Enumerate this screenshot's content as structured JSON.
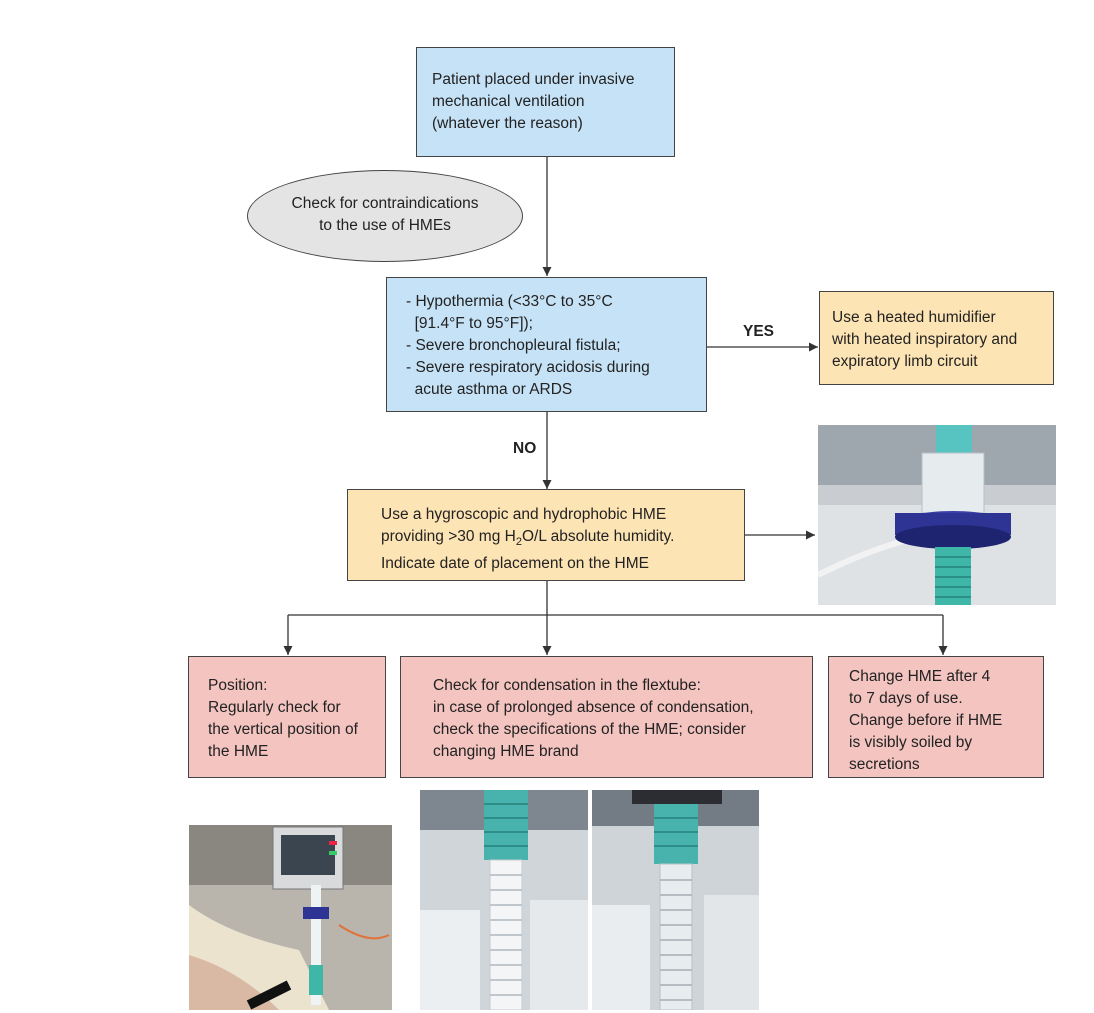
{
  "start_box": {
    "lines": [
      "Patient placed under invasive",
      "mechanical ventilation",
      "(whatever the reason)"
    ]
  },
  "check_oval": {
    "lines": [
      "Check for contraindications",
      "to the use of HMEs"
    ]
  },
  "contra_box": {
    "lines": [
      "- Hypothermia (<33°C to 35°C",
      "  [91.4°F to 95°F]);",
      "- Severe bronchopleural fistula;",
      "- Severe respiratory acidosis during",
      "  acute asthma or ARDS"
    ]
  },
  "yes_label": "YES",
  "no_label": "NO",
  "heated_box": {
    "lines": [
      "Use a heated humidifier",
      "with heated inspiratory and",
      "expiratory limb circuit"
    ]
  },
  "hme_box": {
    "line1": "Use a hygroscopic and hydrophobic HME",
    "line2_pre": "providing >30 mg H",
    "line2_sub": "2",
    "line2_post": "O/L absolute humidity.",
    "line3": "Indicate date of placement on the HME"
  },
  "position_box": {
    "lines": [
      "Position:",
      "Regularly check for",
      "the vertical position of",
      "the HME"
    ]
  },
  "condensation_box": {
    "lines": [
      "Check for condensation in the flextube:",
      "in case of prolonged absence of condensation,",
      "check the specifications of the HME; consider",
      "changing HME brand"
    ]
  },
  "change_box": {
    "lines": [
      "Change HME after 4",
      "to 7 days of use.",
      "Change before if HME",
      "is visibly soiled by",
      "secretions"
    ]
  },
  "photos": {
    "hme_device": "hme-device-photo",
    "patient": "ventilated-patient-photo",
    "flextube_dry": "flextube-photo",
    "flextube_wet": "flextube-photo"
  },
  "colors": {
    "blue_box": "#c6e2f6",
    "orange_box": "#fde4b4",
    "pink_box": "#f3c4c0",
    "oval": "#e4e4e4"
  }
}
